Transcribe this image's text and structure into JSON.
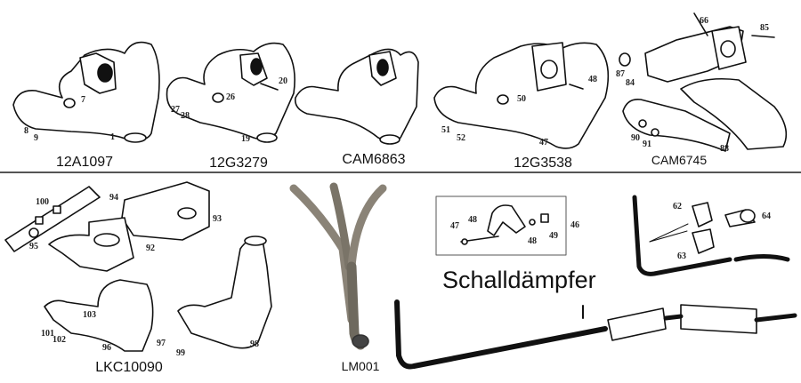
{
  "parts": [
    {
      "part_no": "12A1097",
      "callouts": [
        "7",
        "8",
        "9",
        "1"
      ]
    },
    {
      "part_no": "12G3279",
      "callouts": [
        "20",
        "26",
        "27",
        "28",
        "19"
      ]
    },
    {
      "part_no": "CAM6863",
      "callouts": []
    },
    {
      "part_no": "12G3538",
      "callouts": [
        "48",
        "50",
        "51",
        "52",
        "47"
      ]
    },
    {
      "part_no": "CAM6745",
      "callouts": [
        "66",
        "85",
        "87",
        "84",
        "90",
        "91",
        "88"
      ]
    },
    {
      "part_no": "LKC10090",
      "callouts": [
        "100",
        "94",
        "93",
        "95",
        "92",
        "103",
        "101",
        "102",
        "96",
        "97",
        "99",
        "98"
      ]
    },
    {
      "part_no": "LM001",
      "callouts": []
    }
  ],
  "clamp_kit": {
    "callouts": [
      "47",
      "48",
      "48",
      "49",
      "46"
    ]
  },
  "hangers": {
    "callouts": [
      "62",
      "64",
      "63"
    ]
  },
  "exhaust": {
    "title": "Schalldämpfer"
  }
}
